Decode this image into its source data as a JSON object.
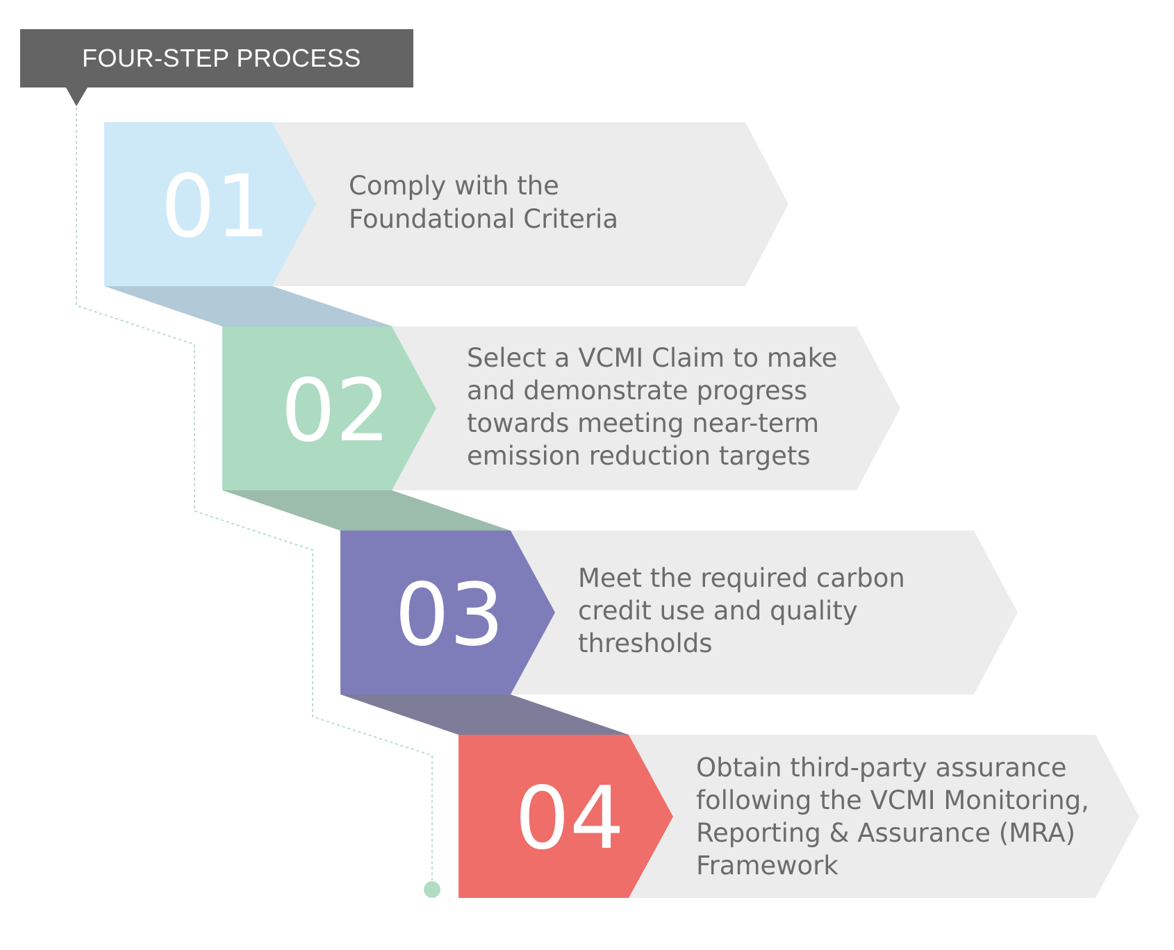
{
  "header": {
    "label": "FOUR-STEP PROCESS",
    "background_color": "#646464"
  },
  "connector": {
    "line_color": "#a9d4cf",
    "dot_color": "#b0dcc4",
    "fold_colors": [
      "#b2c9d8",
      "#9cbcac",
      "#7d7d9a"
    ]
  },
  "card_background_color": "#ececed",
  "steps": [
    {
      "number": "01",
      "lines": [
        "Comply with the",
        "Foundational Criteria"
      ],
      "color": "#cde9f7"
    },
    {
      "number": "02",
      "lines": [
        "Select a VCMI Claim to make",
        "and demonstrate progress",
        "towards meeting near-term",
        "emission reduction targets"
      ],
      "color": "#acdbc1"
    },
    {
      "number": "03",
      "lines": [
        "Meet the required carbon",
        "credit use and quality",
        "thresholds"
      ],
      "color": "#7e7dba"
    },
    {
      "number": "04",
      "lines": [
        "Obtain third-party assurance",
        "following the VCMI Monitoring,",
        "Reporting & Assurance (MRA)",
        "Framework"
      ],
      "color": "#ef6e6a"
    }
  ]
}
